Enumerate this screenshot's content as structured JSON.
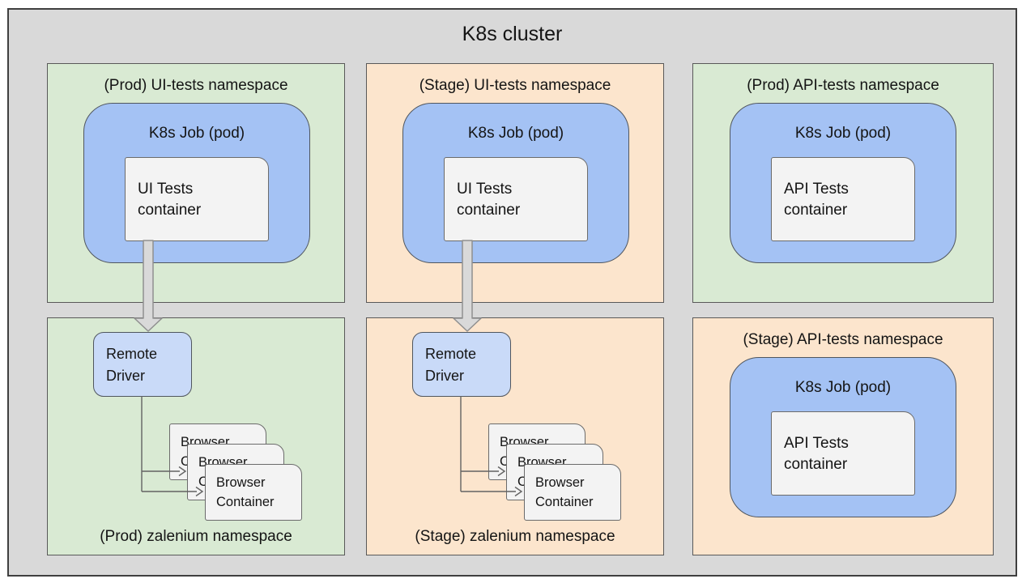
{
  "title": "K8s cluster",
  "colors": {
    "cluster_bg": "#d9d9d9",
    "prod_namespace_bg": "#d9ead3",
    "stage_namespace_bg": "#fce5cd",
    "pod_bg": "#a4c2f4",
    "remote_driver_bg": "#c9daf8",
    "container_bg": "#f3f3f3"
  },
  "panels": [
    {
      "id": "prod-ui-tests",
      "title": "(Prod) UI-tests namespace",
      "variant": "prod",
      "pod_label": "K8s Job (pod)",
      "container_label": "UI Tests container"
    },
    {
      "id": "stage-ui-tests",
      "title": "(Stage) UI-tests namespace",
      "variant": "stage",
      "pod_label": "K8s Job (pod)",
      "container_label": "UI Tests container"
    },
    {
      "id": "prod-api-tests",
      "title": "(Prod) API-tests namespace",
      "variant": "prod",
      "pod_label": "K8s Job (pod)",
      "container_label": "API Tests container"
    },
    {
      "id": "prod-zalenium",
      "title": "(Prod) zalenium namespace",
      "variant": "prod",
      "driver_label": "Remote Driver",
      "browser_label": "Browser Container",
      "browser_count": 3
    },
    {
      "id": "stage-zalenium",
      "title": "(Stage) zalenium namespace",
      "variant": "stage",
      "driver_label": "Remote Driver",
      "browser_label": "Browser Container",
      "browser_count": 3
    },
    {
      "id": "stage-api-tests",
      "title": "(Stage) API-tests namespace",
      "variant": "stage",
      "pod_label": "K8s Job (pod)",
      "container_label": "API Tests container"
    }
  ],
  "connections": [
    {
      "from": "prod-ui-tests-container",
      "to": "prod-remote-driver",
      "style": "block-arrow"
    },
    {
      "from": "stage-ui-tests-container",
      "to": "stage-remote-driver",
      "style": "block-arrow"
    },
    {
      "from": "prod-remote-driver",
      "to": "prod-browser-containers",
      "style": "line-arrows",
      "count": 2
    },
    {
      "from": "stage-remote-driver",
      "to": "stage-browser-containers",
      "style": "line-arrows",
      "count": 2
    }
  ]
}
